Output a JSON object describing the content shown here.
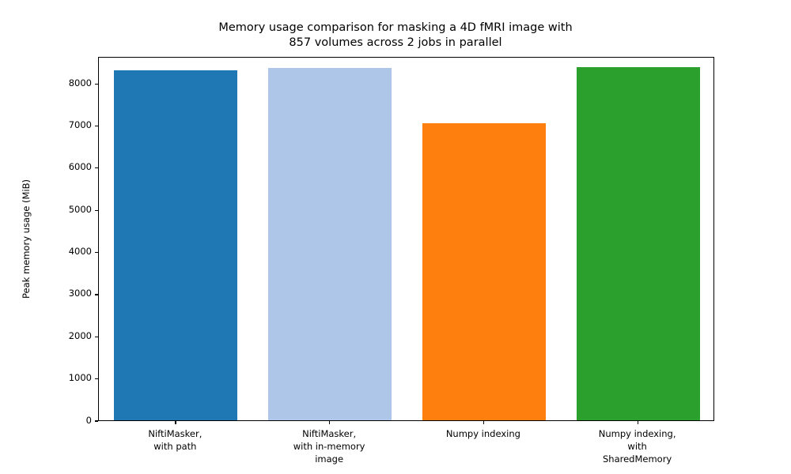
{
  "chart_data": {
    "type": "bar",
    "title": "Memory usage comparison for masking a 4D fMRI image with\n857 volumes across 2 jobs in parallel",
    "xlabel": "",
    "ylabel": "Peak memory usage (MiB)",
    "categories": [
      "NiftiMasker,\nwith path",
      "NiftiMasker,\nwith in-memory\nimage",
      "Numpy indexing",
      "Numpy indexing,\nwith\nSharedMemory"
    ],
    "values": [
      8300,
      8350,
      7050,
      8380
    ],
    "colors": [
      "#1f77b4",
      "#aec7e8",
      "#ff7f0e",
      "#2ca02c"
    ],
    "ylim": [
      0,
      8640
    ],
    "yticks": [
      0,
      1000,
      2000,
      3000,
      4000,
      5000,
      6000,
      7000,
      8000
    ],
    "ytick_labels": [
      "0",
      "1000",
      "2000",
      "3000",
      "4000",
      "5000",
      "6000",
      "7000",
      "8000"
    ],
    "grid": false,
    "legend": null,
    "bar_width": 0.8
  }
}
